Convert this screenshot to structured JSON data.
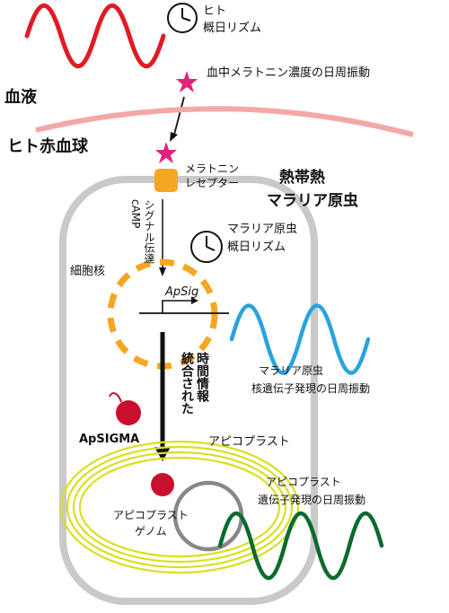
{
  "labels": {
    "human_clock_line1": "ヒト",
    "human_clock_line2": "概日リズム",
    "melatonin_oscillation": "血中メラトニン濃度の日周振動",
    "blood": "血液",
    "human_rbc": "ヒト赤血球",
    "receptor_line1": "メラトニン",
    "receptor_line2": "レセプター",
    "parasite_line1": "熱帯熱",
    "parasite_line2": "マラリア原虫",
    "camp_line1": "cAMP",
    "camp_line2": "シグナル伝達",
    "parasite_clock_line1": "マラリア原虫",
    "parasite_clock_line2": "概日リズム",
    "nucleus": "細胞核",
    "gene": "ApSig",
    "nuclear_osc_line1": "マラリア原虫",
    "nuclear_osc_line2": "核遺伝子発現の日周振動",
    "integrated_line1": "統合された",
    "integrated_line2": "時間情報",
    "apsigma": "ApSIGMA",
    "apicoplast": "アピコプラスト",
    "apico_osc_line1": "アピコプラスト",
    "apico_osc_line2": "遺伝子発現の日周振動",
    "apico_genome_line1": "アピコプラスト",
    "apico_genome_line2": "ゲノム"
  },
  "colors": {
    "blood_wave": "#e01b24",
    "melatonin_star": "#e0227a",
    "rbc_membrane": "#f4a7a7",
    "cell_membrane": "#c9c9c9",
    "receptor": "#f5a623",
    "nucleus_dash": "#f5a623",
    "nuclear_wave": "#29a3dd",
    "apsigma": "#c8102e",
    "apicoplast_ring": "#d9e021",
    "apico_genome": "#888888",
    "apico_wave": "#0a6b2e"
  },
  "icons": [
    "clock-icon",
    "star-icon",
    "arrow-icon"
  ]
}
